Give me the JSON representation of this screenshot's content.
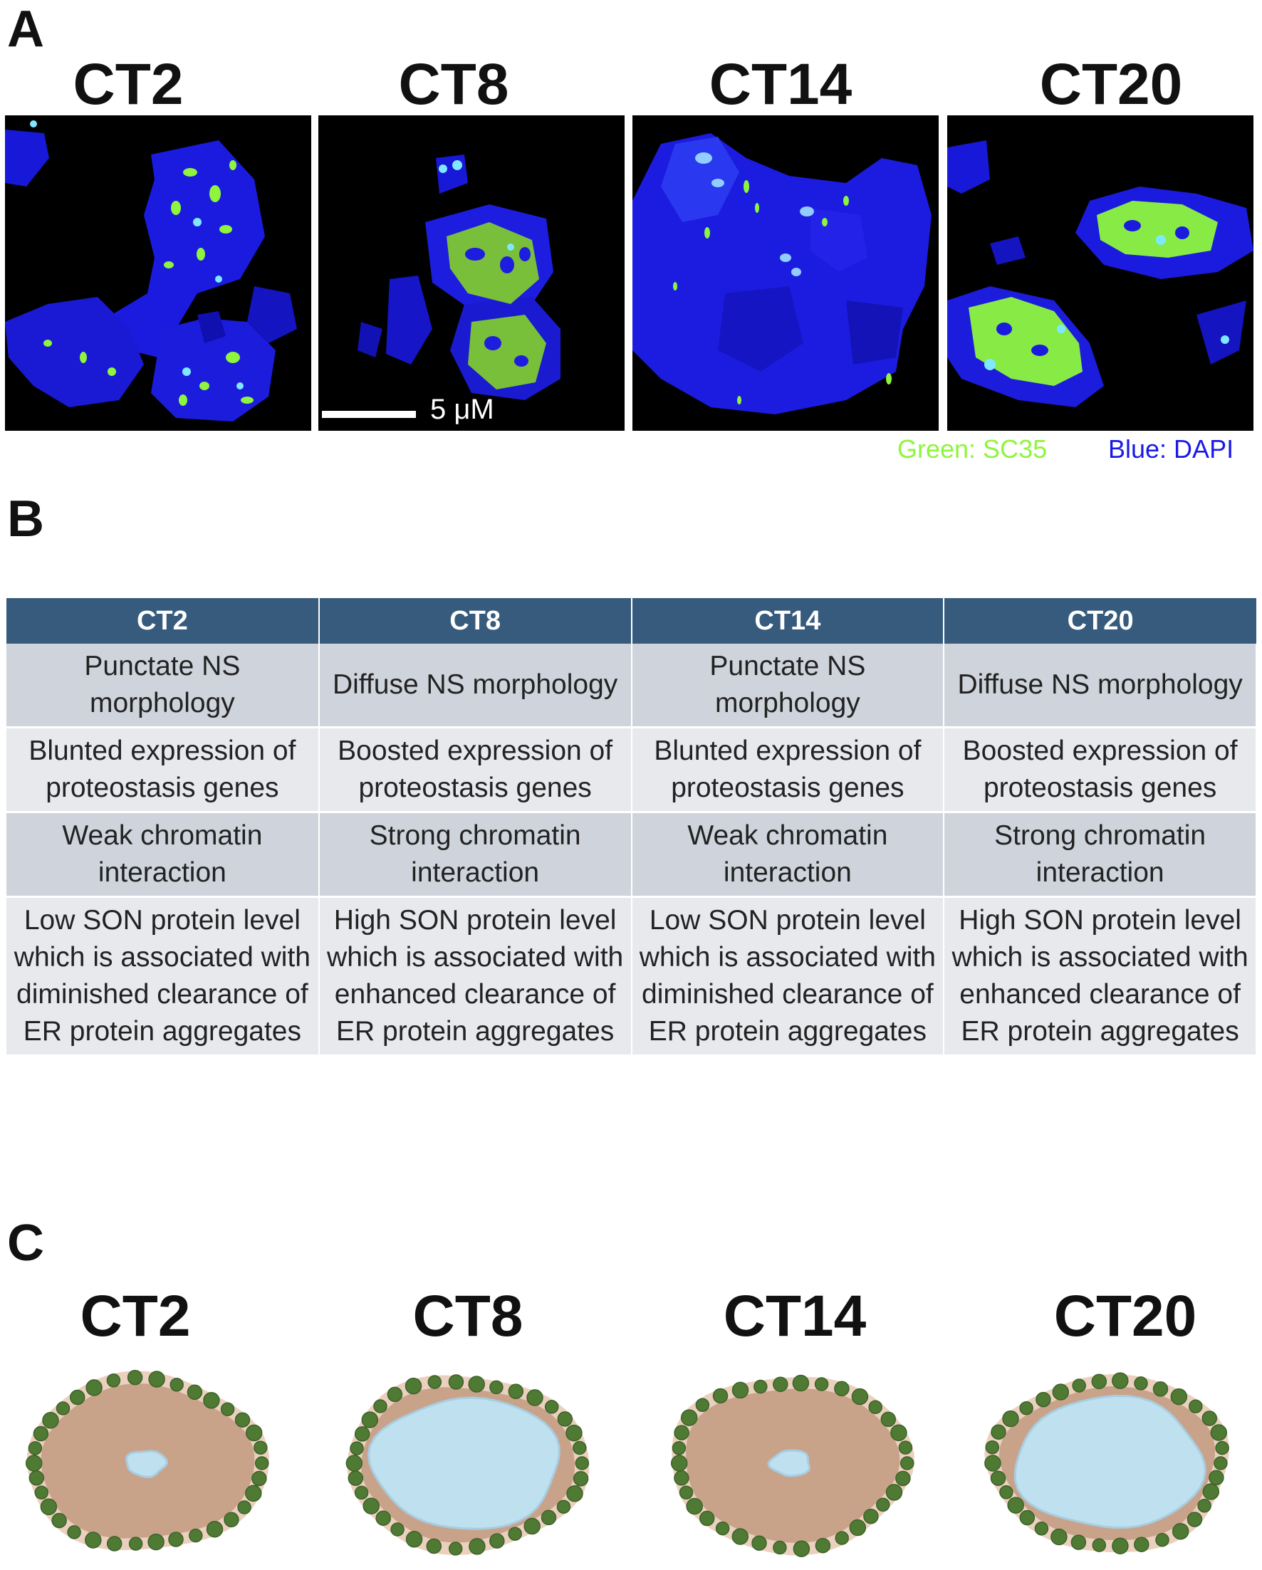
{
  "panel_a": {
    "letter": "A",
    "conditions": [
      "CT2",
      "CT8",
      "CT14",
      "CT20"
    ],
    "scale_bar_label": "5 μM",
    "legend": {
      "green_label": "Green: SC35",
      "blue_label": "Blue: DAPI",
      "green_color": "#8ef53c",
      "blue_color": "#1a1ae6"
    }
  },
  "panel_b": {
    "letter": "B",
    "headers": [
      "CT2",
      "CT8",
      "CT14",
      "CT20"
    ],
    "rows": [
      [
        "Punctate NS morphology",
        "Diffuse NS morphology",
        "Punctate NS morphology",
        "Diffuse NS morphology"
      ],
      [
        "Blunted expression of proteostasis genes",
        "Boosted expression of proteostasis genes",
        "Blunted expression of proteostasis genes",
        "Boosted expression of proteostasis genes"
      ],
      [
        "Weak chromatin interaction",
        "Strong chromatin interaction",
        "Weak chromatin interaction",
        "Strong chromatin interaction"
      ],
      [
        "Low SON protein level which is associated with diminished clearance of ER protein aggregates",
        "High SON protein level which is associated with enhanced clearance of ER protein aggregates",
        "Low SON protein level which is associated with diminished clearance of ER protein aggregates",
        "High SON protein level which is associated with enhanced clearance of ER protein aggregates"
      ]
    ],
    "colors": {
      "header": "#365b7d",
      "row_dark": "#cfd4dc",
      "row_light": "#e7e9ed"
    }
  },
  "panel_c": {
    "letter": "C",
    "conditions": [
      "CT2",
      "CT8",
      "CT14",
      "CT20"
    ],
    "morphologies": [
      "punctate",
      "diffuse",
      "punctate",
      "diffuse"
    ],
    "colors": {
      "cytoplasm": "#c9a28a",
      "membrane": "#ecd0bf",
      "speckle": "#bfe0ef",
      "ribosome": "#4f7a34"
    }
  }
}
